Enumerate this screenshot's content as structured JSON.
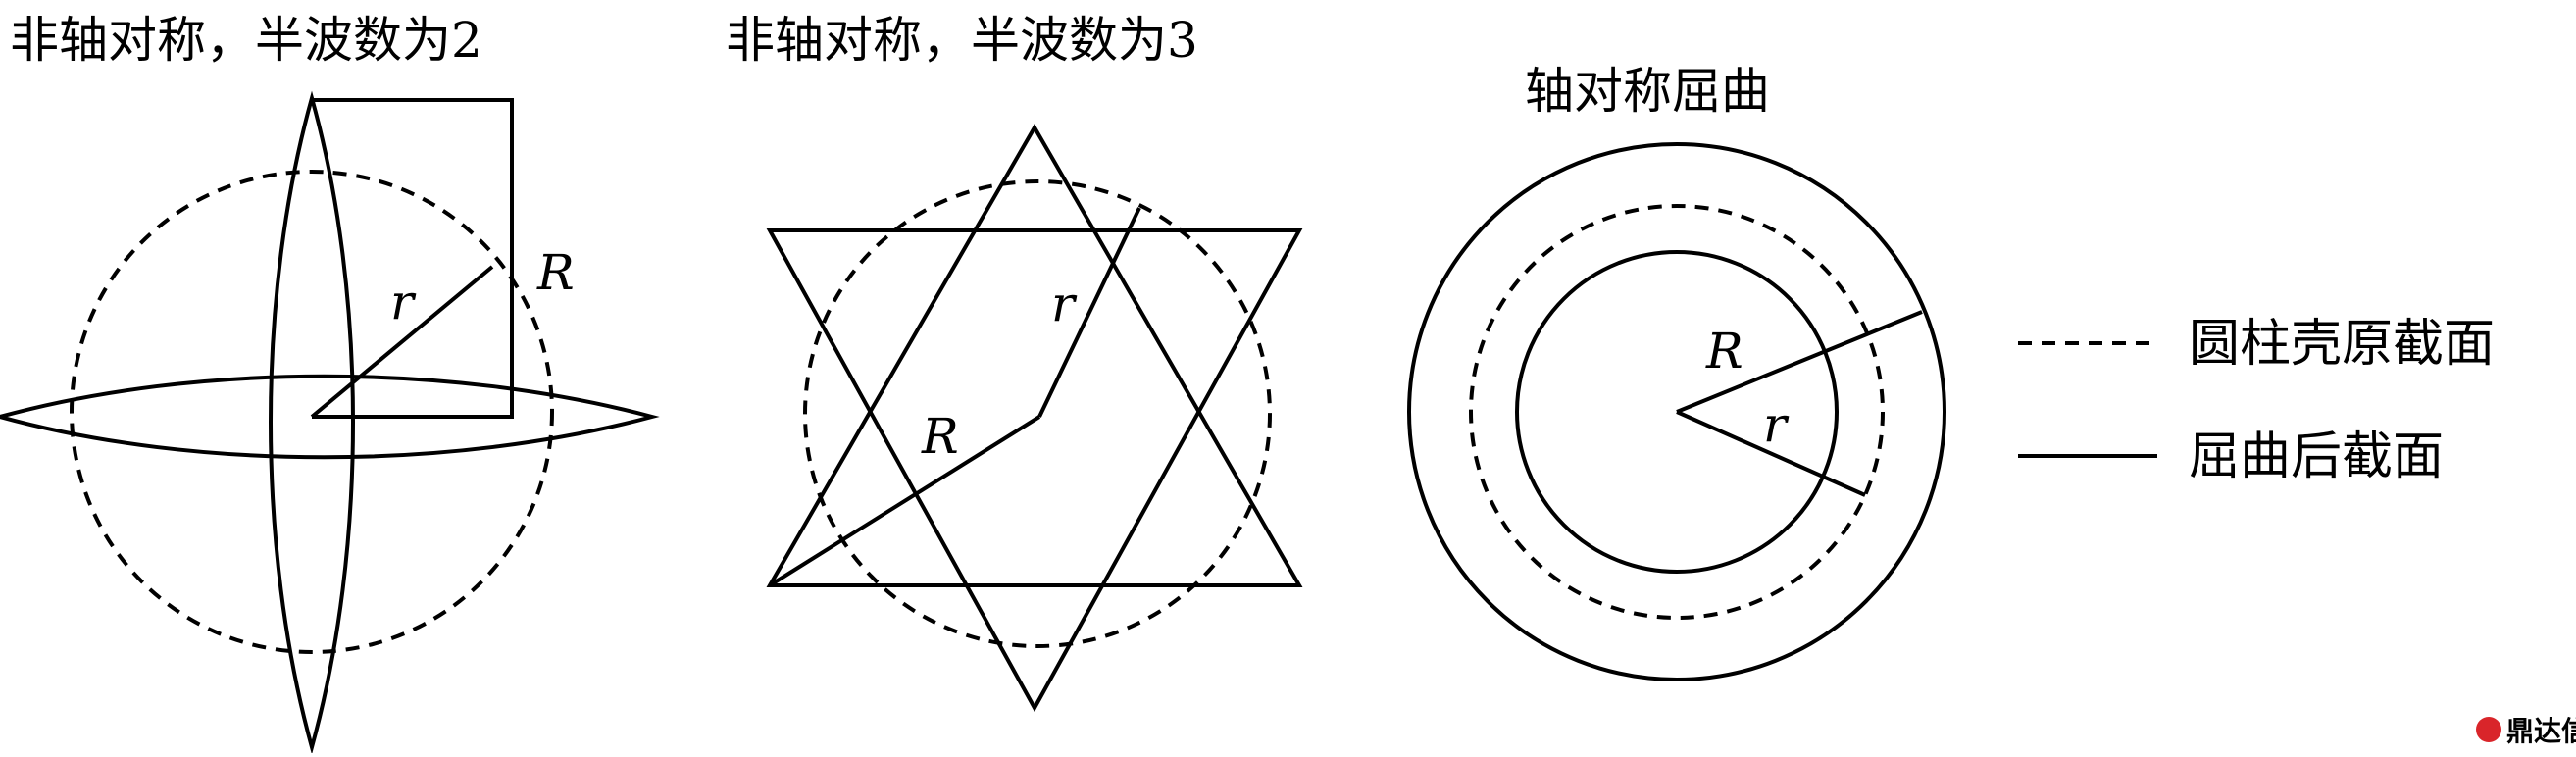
{
  "panels": [
    {
      "title": "非轴对称，半波数为2",
      "label_r": "r",
      "label_R": "R"
    },
    {
      "title": "非轴对称，半波数为3",
      "label_r": "r",
      "label_R": "R"
    },
    {
      "title": "轴对称屈曲",
      "label_r": "r",
      "label_R": "R"
    }
  ],
  "legend": {
    "dashed_label": "圆柱壳原截面",
    "solid_label": "屈曲后截面"
  },
  "watermark": {
    "text": "鼎达信",
    "color": "#d9252a"
  }
}
